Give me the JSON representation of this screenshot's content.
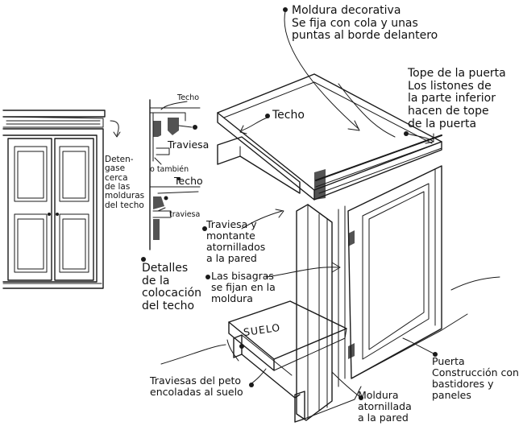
{
  "labels": {
    "moldura_decorativa": "Moldura decorativa\nSe fija con cola y unas\npuntas al borde delantero",
    "tope_puerta": "Tope de la puerta\nLos listones de\nla parte inferior\nhacen de tope\nde la puerta",
    "techo_main": "Techo",
    "techo_detail_top": "Techo",
    "techo_detail_mid": "Techo",
    "traviesa_detail_top": "Traviesa",
    "traviesa_detail_bottom": "traviesa",
    "o_tambien": "o también",
    "detengase": "Deten-\ngase\ncerca\nde las\nmolduras\ndel techo",
    "detalles": "Detalles\nde la\ncolocación\ndel techo",
    "traviesa_montante": "Traviesa y\nmontante\natornillados\na la pared",
    "bisagras": "Las bisagras\nse fijan en la\nmoldura",
    "suelo": "SUELO",
    "traviesas_peto": "Traviesas del peto\nencoladas al suelo",
    "puerta": "Puerta\nConstrucción con\nbastidores y\npaneles",
    "moldura_atornillada": "Moldura\natornillada\na la pared"
  }
}
